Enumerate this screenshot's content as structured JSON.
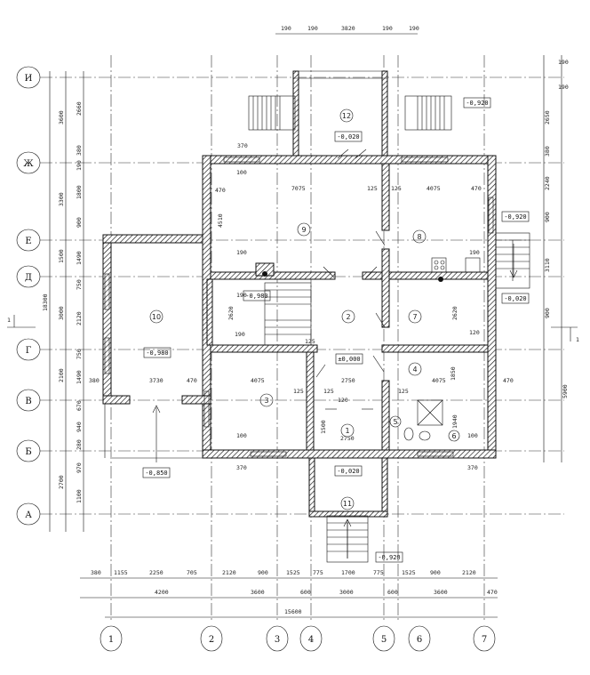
{
  "axes_row": [
    "1",
    "2",
    "3",
    "4",
    "5",
    "6",
    "7"
  ],
  "axes_col": [
    "И",
    "Ж",
    "Е",
    "Д",
    "Г",
    "В",
    "Б",
    "А"
  ],
  "rooms": [
    "1",
    "2",
    "3",
    "4",
    "5",
    "6",
    "7",
    "8",
    "9",
    "10",
    "11",
    "12"
  ],
  "levels": {
    "porch_top": "-0,020",
    "right_top": "-0,920",
    "right_mid": "-0,920",
    "right_low": "-0,020",
    "kitchen": "-0,980",
    "left": "-0,980",
    "hall": "±0,000",
    "bottom_left": "-0,850",
    "entry": "-0,020",
    "bottom_stair": "-0,920"
  },
  "dims_bottom_row1": [
    "380",
    "1155",
    "2250",
    "705",
    "2120",
    "900",
    "1525",
    "775",
    "1700",
    "775",
    "1525",
    "900",
    "2120"
  ],
  "dims_bottom_row2": [
    "4200",
    "3600",
    "600",
    "3000",
    "600",
    "3600",
    "470"
  ],
  "dims_bottom_total": "15600",
  "dims_top": [
    "190",
    "190",
    "3820",
    "190",
    "190"
  ],
  "dims_left_outer": [
    "3600",
    "3300",
    "1500",
    "3000",
    "2100",
    "2700"
  ],
  "dims_left_total": "18300",
  "dims_left_inner": [
    "2660",
    "380",
    "190",
    "1800",
    "900",
    "1490",
    "750",
    "2120",
    "750",
    "1490",
    "670",
    "940",
    "280",
    "970",
    "1100"
  ],
  "dims_right": [
    "190",
    "190",
    "2650",
    "380",
    "2240",
    "900",
    "3110",
    "900",
    "5900"
  ],
  "dims_interior": [
    "370",
    "100",
    "470",
    "7075",
    "125",
    "125",
    "4075",
    "470",
    "4510",
    "190",
    "190",
    "2620",
    "2620",
    "190",
    "380",
    "3730",
    "470",
    "4075",
    "2750",
    "4075",
    "470",
    "125",
    "125",
    "125",
    "1850",
    "1500",
    "2750",
    "1940",
    "100",
    "370",
    "100",
    "370",
    "125",
    "120",
    "190",
    "120"
  ],
  "axis_marker": "1"
}
